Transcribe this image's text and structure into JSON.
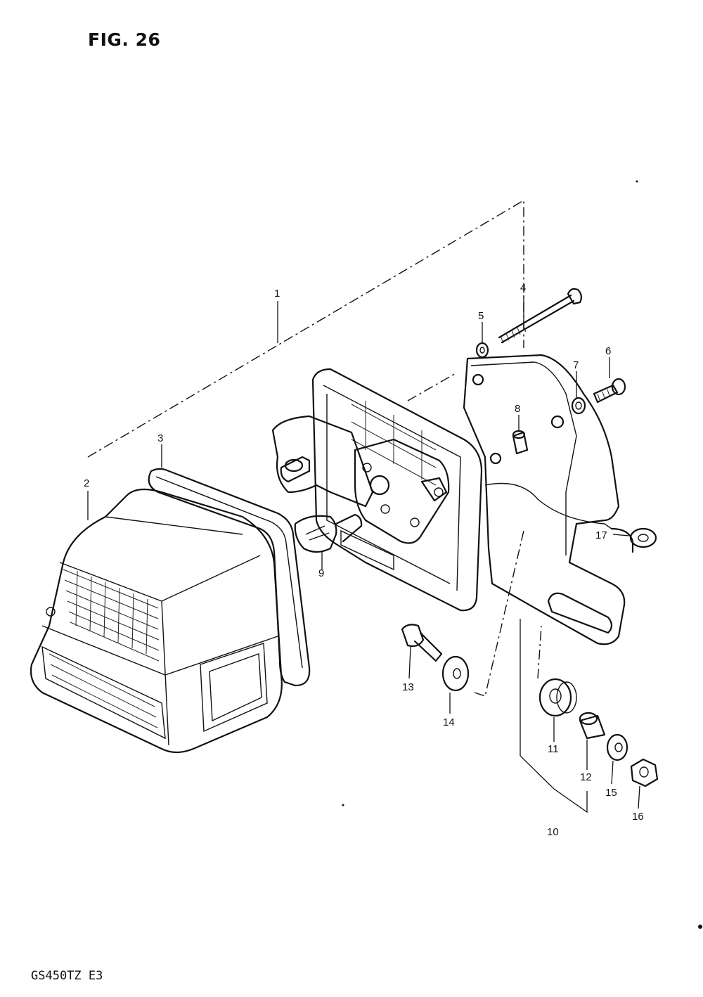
{
  "title": "FIG. 26",
  "model": "GS450TZ E3",
  "callouts": [
    "1",
    "2",
    "3",
    "4",
    "5",
    "6",
    "7",
    "8",
    "9",
    "10",
    "11",
    "12",
    "13",
    "14",
    "15",
    "16",
    "17"
  ]
}
